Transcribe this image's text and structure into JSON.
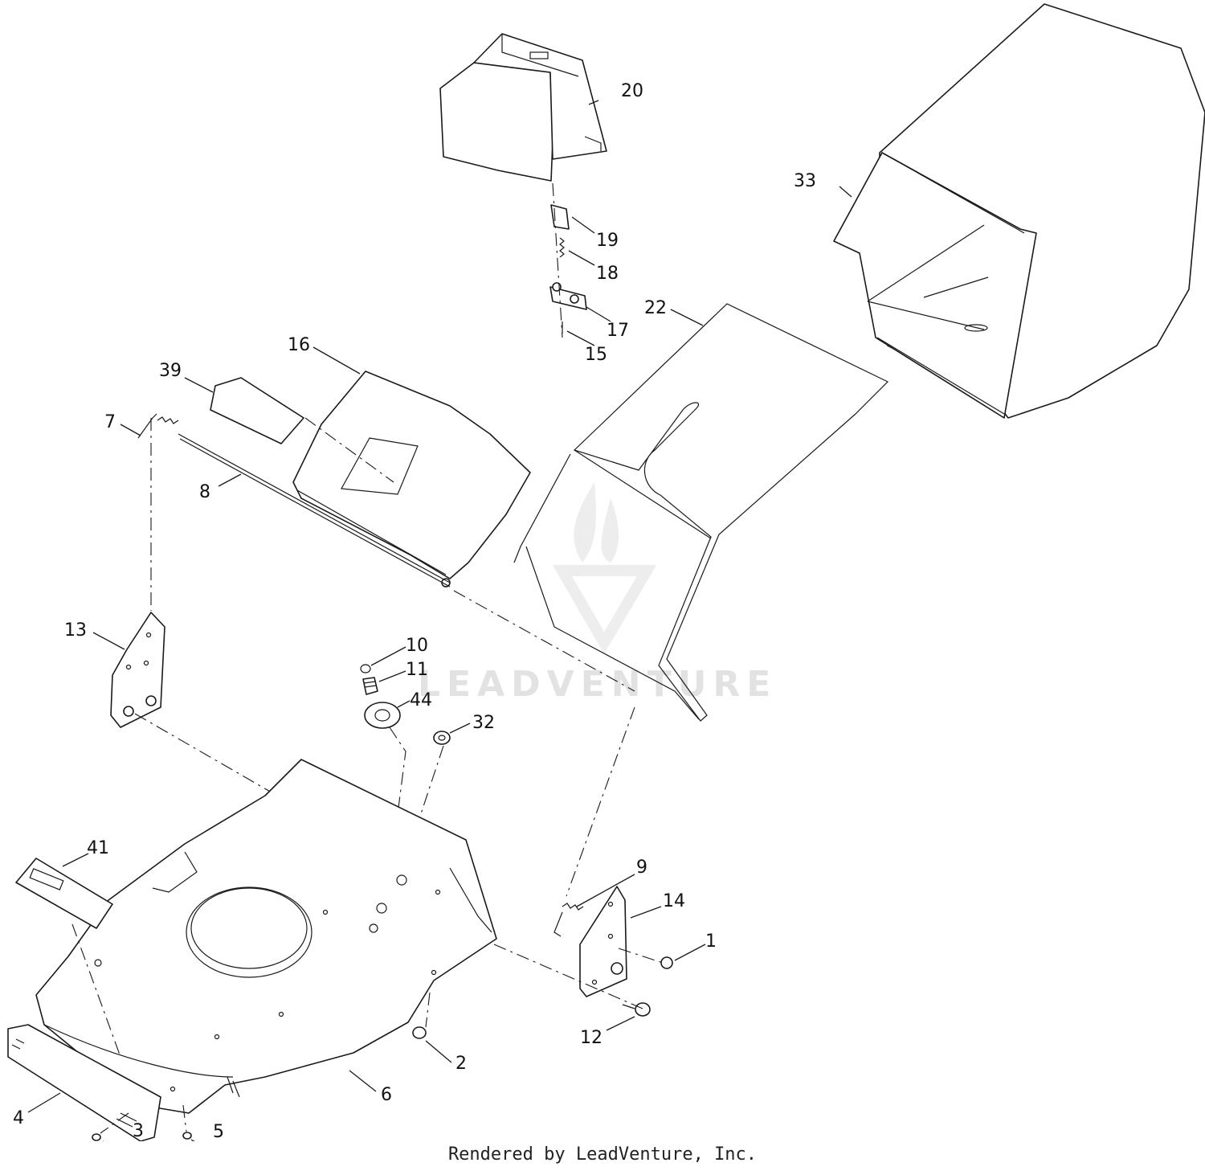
{
  "watermark": {
    "text": "LEADVENTURE",
    "color": "#d6d6d6"
  },
  "footer": {
    "text": "Rendered by LeadVenture, Inc."
  },
  "callouts": {
    "p1": "1",
    "p2": "2",
    "p3": "3",
    "p4": "4",
    "p5": "5",
    "p6": "6",
    "p7": "7",
    "p8": "8",
    "p9": "9",
    "p10": "10",
    "p11": "11",
    "p12": "12",
    "p13": "13",
    "p14": "14",
    "p15": "15",
    "p16": "16",
    "p17": "17",
    "p18": "18",
    "p19": "19",
    "p20": "20",
    "p22": "22",
    "p32": "32",
    "p33": "33",
    "p39": "39",
    "p41": "41",
    "p44": "44"
  },
  "colors": {
    "line": "#1a1a1a",
    "background": "#ffffff"
  }
}
